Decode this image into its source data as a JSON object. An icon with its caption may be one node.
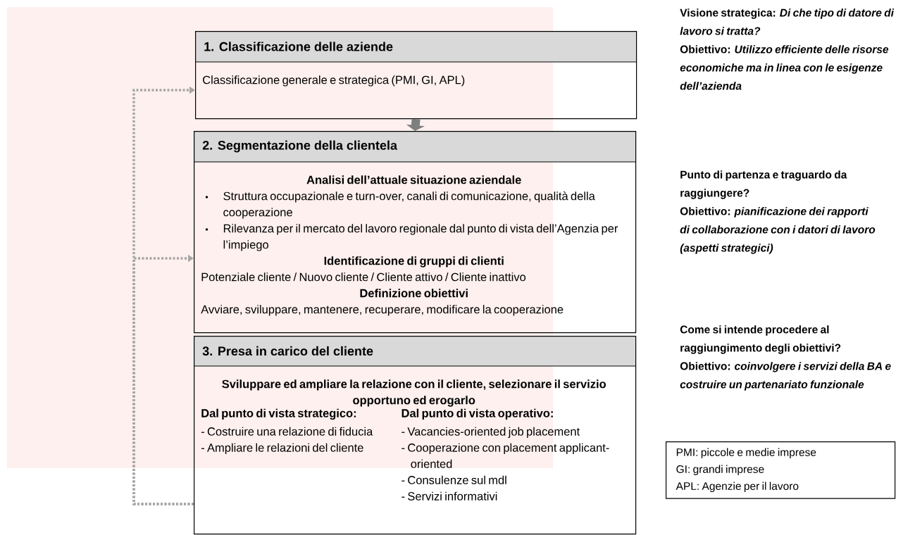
{
  "diagram": {
    "nodes": [
      {
        "text": [
          "1. Classificazione delle aziende",
          "Classificazione generale e strategica (PMI, GI, APL)"
        ]
      },
      {
        "text": [
          "2. Segmentazione della clientela",
          "Analisi dell’attuale situazione aziendale",
          "Struttura occupazionale e turn-over, canali di comunicazione, qualità della cooperazione",
          "Rilevanza per il mercato del lavoro regionale dal punto di vista dell’Agenzia per l’impiego",
          "Identificazione di gruppi di clienti",
          "Potenziale cliente / Nuovo cliente / Cliente attivo / Cliente inattivo",
          "Definizione obiettivi",
          "Avviare, sviluppare, mantenere, recuperare, modificare la cooperazione"
        ]
      },
      {
        "text": [
          "3. Presa in carico del cliente",
          "Sviluppare ed ampliare la relazione con il cliente, selezionare il servizio opportuno ed erogarlo",
          "Dal punto di vista strategico:",
          "- Costruire una relazione di fiducia",
          "- Ampliare le relazioni del cliente",
          "Dal punto di vista operativo:",
          "- Vacancies-oriented job placement",
          "- Cooperazione con placement applicant-oriented",
          "- Consulenze sul mdl",
          "- Servizi informativi"
        ]
      },
      {
        "text": [
          "PMI: piccole e medie imprese",
          "GI: grandi imprese",
          "APL: Agenzie per il lavoro"
        ]
      }
    ],
    "edges": [
      {
        "from": 0,
        "to": 1,
        "arrow": "to",
        "style": "thick",
        "color": "#7f7f7f"
      },
      {
        "from": 2,
        "to": 0,
        "arrow": "to",
        "style": "dashed"
      },
      {
        "from": 2,
        "to": 1,
        "arrow": "to",
        "style": "dashed"
      }
    ],
    "labels": [
      "Visione strategica: *Di che tipo di datore di lavoro si tratta?*",
      "Obiettivo: *Utilizzo efficiente delle risorse economiche ma in linea con le esigenze dell’azienda*",
      "Punto di partenza e traguardo da raggiungere?",
      "Obiettivo: *pianificazione dei rapporti di collaborazione con i datori di lavoro (aspetti strategici)*",
      "Come si intende procedere al raggiungimento degli obiettivi?",
      "Obiettivo: *coinvolgere i servizi della BA e costruire un partenariato funzionale*"
    ]
  }
}
